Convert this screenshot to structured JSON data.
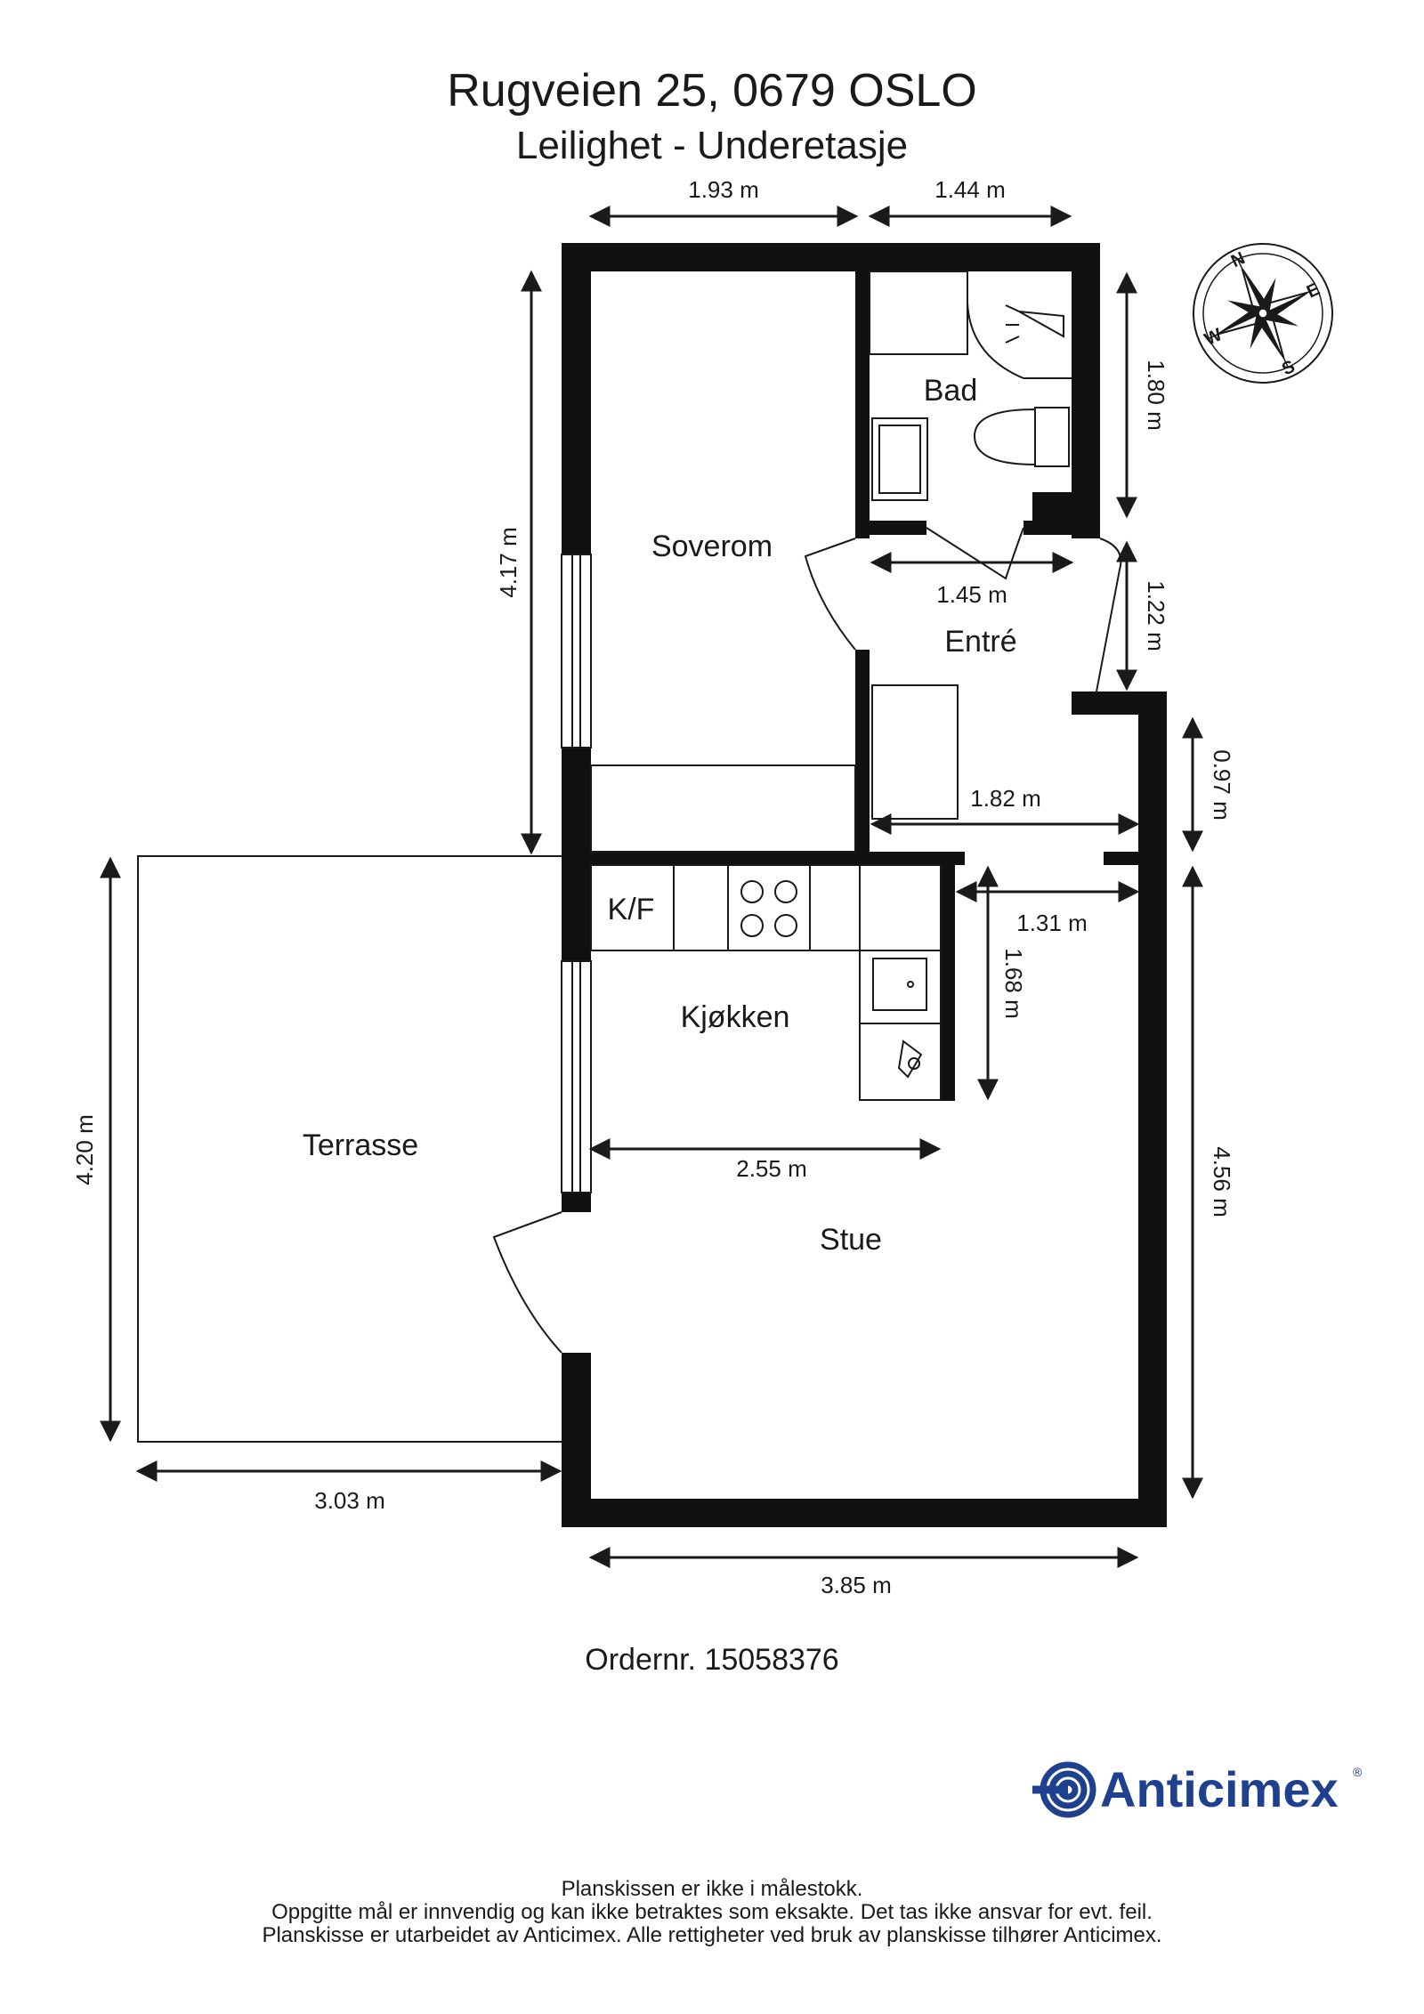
{
  "header": {
    "address": "Rugveien 25, 0679 OSLO",
    "subtitle": "Leilighet  - Underetasje"
  },
  "rooms": {
    "bad": "Bad",
    "soverom": "Soverom",
    "entre": "Entré",
    "kf": "K/F",
    "kjokken": "Kjøkken",
    "terrasse": "Terrasse",
    "stue": "Stue"
  },
  "dimensions": {
    "top_left": "1.93 m",
    "top_right": "1.44 m",
    "bad_height": "1.80 m",
    "soverom_height": "4.17 m",
    "bad_width": "1.45 m",
    "entre_height": "1.22 m",
    "small_height": "0.97 m",
    "entre_width": "1.82 m",
    "kitchen_gap": "1.31 m",
    "kitchen_height": "1.68 m",
    "terrace_height": "4.20 m",
    "stue_height": "4.56 m",
    "kitchen_width": "2.55 m",
    "terrace_width": "3.03 m",
    "stue_width": "3.85 m"
  },
  "compass": {
    "n": "N",
    "e": "E",
    "s": "S",
    "w": "W"
  },
  "order": "Ordernr. 15058376",
  "brand": {
    "name": "Anticimex",
    "reg": "®",
    "color": "#1f3f8f"
  },
  "disclaimer": [
    "Planskissen er ikke i målestokk.",
    "Oppgitte mål er innvendig og kan ikke betraktes som eksakte. Det tas ikke ansvar for evt. feil.",
    "Planskisse er utarbeidet av Anticimex. Alle rettigheter ved bruk av planskisse tilhører Anticimex."
  ]
}
